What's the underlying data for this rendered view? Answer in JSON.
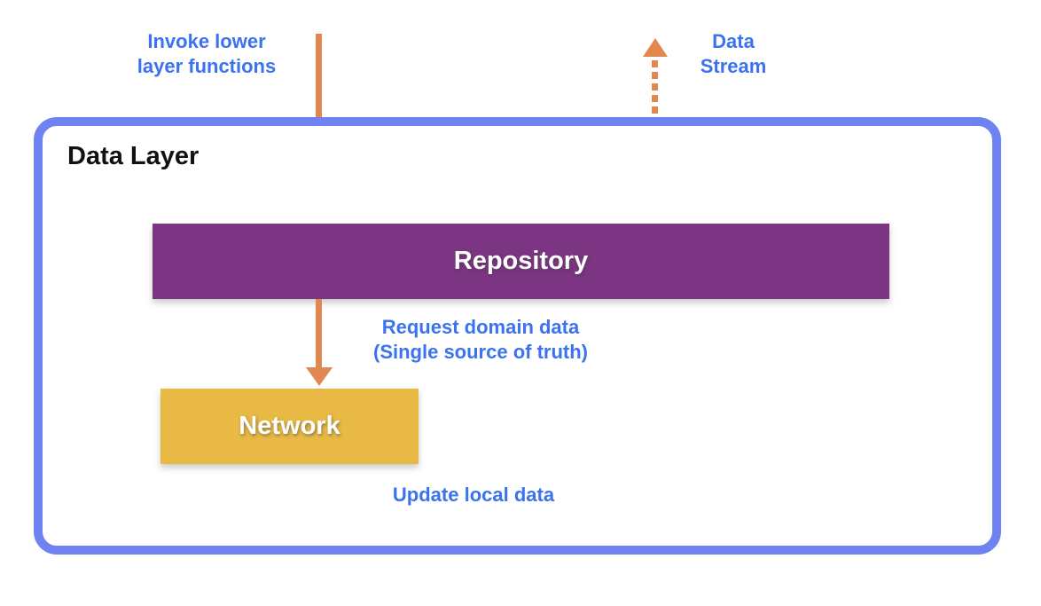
{
  "diagram": {
    "title": "Data Layer",
    "boxes": {
      "repository": {
        "label": "Repository"
      },
      "network": {
        "label": "Network"
      }
    },
    "annotations": {
      "invoke": {
        "line1": "Invoke lower",
        "line2": "layer functions"
      },
      "data_stream": {
        "line1": "Data",
        "line2": "Stream"
      },
      "request": {
        "line1": "Request domain data",
        "line2": "(Single source of truth)"
      },
      "update": {
        "text": "Update local data"
      }
    },
    "arrows": {
      "invoke_arrow": "solid-down",
      "request_arrow": "solid-down",
      "data_stream_arrow": "dashed-up"
    }
  },
  "colors": {
    "label_blue": "#3b72f0",
    "border_blue": "#6f82f2",
    "arrow_orange": "#e0884f",
    "repository_purple": "#7c3582",
    "network_yellow": "#e9b945",
    "title_black": "#111111"
  }
}
